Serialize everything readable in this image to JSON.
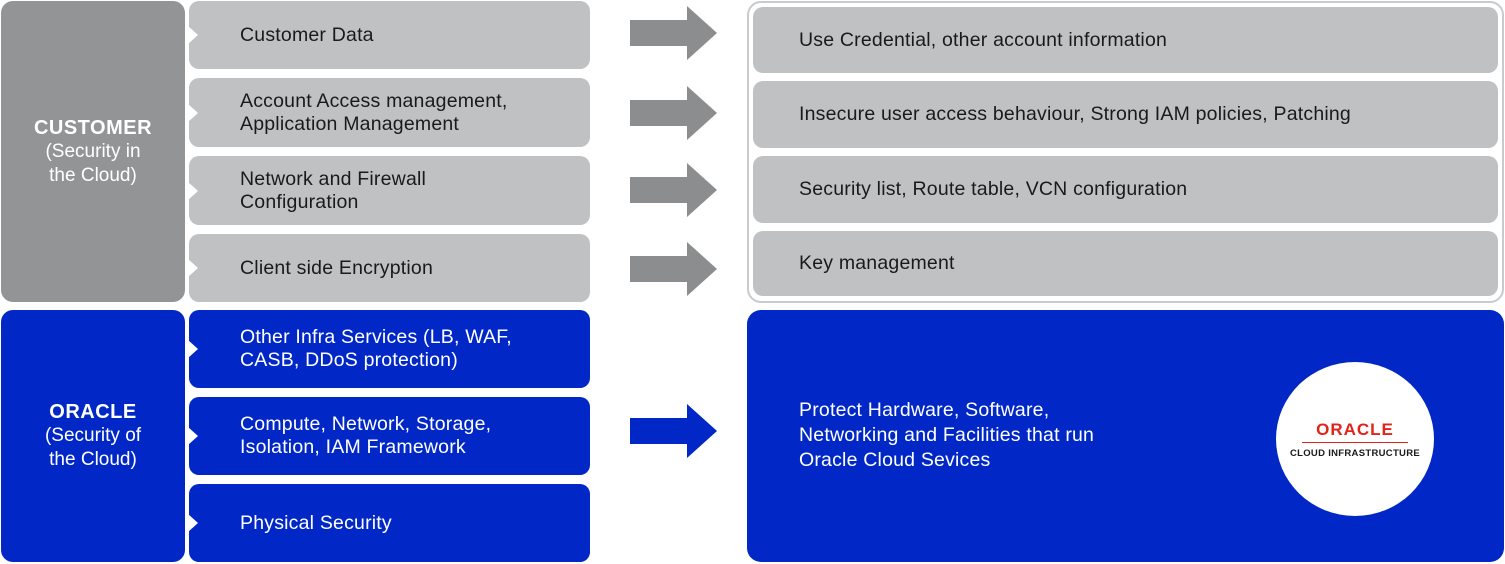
{
  "colors": {
    "gray_dark": "#939496",
    "gray_light": "#c0c1c3",
    "blue": "#0128c6",
    "arrow_gray": "#8c8d8f",
    "oracle_red": "#e2231a"
  },
  "customer": {
    "title": "CUSTOMER",
    "subtitle_1": "(Security in",
    "subtitle_2": "the Cloud)",
    "items": [
      {
        "line1": "Customer Data",
        "line2": ""
      },
      {
        "line1": "Account Access management,",
        "line2": "Application Management"
      },
      {
        "line1": "Network and Firewall",
        "line2": "Configuration"
      },
      {
        "line1": "Client side Encryption",
        "line2": ""
      }
    ],
    "responsibilities": [
      "Use Credential, other account information",
      "Insecure user access behaviour, Strong IAM policies, Patching",
      "Security list, Route table, VCN configuration",
      "Key management"
    ]
  },
  "oracle": {
    "title": "ORACLE",
    "subtitle_1": "(Security of",
    "subtitle_2": "the Cloud)",
    "items": [
      {
        "line1": "Other Infra Services (LB, WAF,",
        "line2": "CASB, DDoS protection)"
      },
      {
        "line1": "Compute, Network, Storage,",
        "line2": "Isolation, IAM Framework"
      },
      {
        "line1": "Physical Security",
        "line2": ""
      }
    ],
    "responsibility_lines": [
      "Protect Hardware, Software,",
      "Networking and Facilities that run",
      "Oracle Cloud Sevices"
    ],
    "logo": {
      "word": "ORACLE",
      "sub": "CLOUD INFRASTRUCTURE"
    }
  }
}
